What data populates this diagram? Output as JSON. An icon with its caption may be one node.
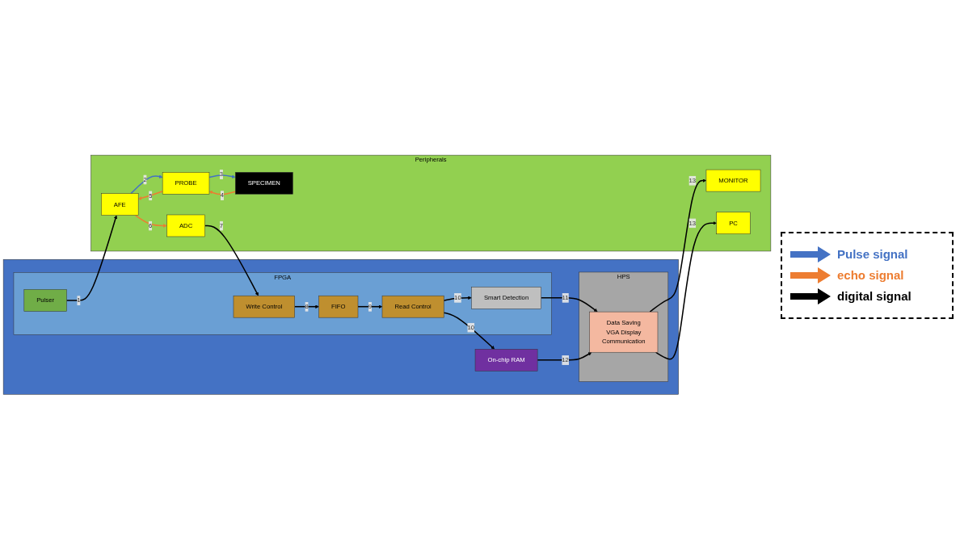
{
  "diagram": {
    "nodes": [
      {
        "text": [],
        "shape": "box"
      },
      {
        "text": [
          "FPGA"
        ],
        "in": 0
      },
      {
        "text": [
          "Write Control"
        ],
        "in": 1
      },
      {
        "text": [
          "FIFO"
        ],
        "in": 1
      },
      {
        "text": [
          "Read Control"
        ],
        "in": 1
      },
      {
        "text": [
          "Smart Detection"
        ],
        "in": 1
      },
      {
        "text": [
          "Pulser"
        ],
        "in": 1
      },
      {
        "text": [
          "On-chip RAM"
        ],
        "in": 0
      },
      {
        "text": [
          "HPS"
        ],
        "in": 0
      },
      {
        "text": [
          "Data Saving",
          "VGA Display",
          "Communication"
        ],
        "in": 8
      },
      {
        "text": [
          "Peripherals"
        ]
      },
      {
        "text": [
          "ADC"
        ],
        "in": 10
      },
      {
        "text": [
          "AFE"
        ],
        "in": 10
      },
      {
        "text": [
          "PROBE"
        ],
        "in": 10
      },
      {
        "text": [
          "MONITOR"
        ],
        "in": 10
      },
      {
        "text": [
          "PC"
        ],
        "in": 10
      },
      {
        "text": [
          "SPECIMEN"
        ],
        "in": 10
      }
    ],
    "edges": [
      {
        "from": 11,
        "to": 2,
        "arrow": "to",
        "label": "7"
      },
      {
        "from": 2,
        "to": 3,
        "arrow": "to",
        "label": "8"
      },
      {
        "from": 3,
        "to": 4,
        "arrow": "to",
        "label": "9"
      },
      {
        "from": 4,
        "to": 7,
        "arrow": "to",
        "label": "10"
      },
      {
        "from": 4,
        "to": 5,
        "arrow": "to",
        "label": "10"
      },
      {
        "from": 6,
        "to": 12,
        "arrow": "to",
        "label": "1"
      },
      {
        "from": 12,
        "to": 13,
        "arrow": "to",
        "label": "2",
        "color": "#4472c4"
      },
      {
        "from": 13,
        "to": 16,
        "arrow": "to",
        "label": "3",
        "color": "#4472c4"
      },
      {
        "from": 16,
        "to": 13,
        "arrow": "to",
        "label": "4",
        "color": "#ed7d31"
      },
      {
        "from": 13,
        "to": 12,
        "arrow": "to",
        "label": "5",
        "color": "#ed7d31"
      },
      {
        "from": 12,
        "to": 11,
        "arrow": "to",
        "label": "6",
        "color": "#ed7d31"
      },
      {
        "from": 5,
        "to": 9,
        "arrow": "to",
        "label": "11"
      },
      {
        "from": 7,
        "to": 9,
        "arrow": "to",
        "label": "12"
      },
      {
        "from": 9,
        "to": 14,
        "arrow": "to",
        "label": "13"
      },
      {
        "from": 9,
        "to": 15,
        "arrow": "to",
        "label": "13"
      }
    ],
    "legend": [
      {
        "text": "Pulse signal",
        "color": "#4472c4"
      },
      {
        "text": "echo signal",
        "color": "#ed7d31"
      },
      {
        "text": "digital signal",
        "color": "#000000"
      }
    ]
  }
}
